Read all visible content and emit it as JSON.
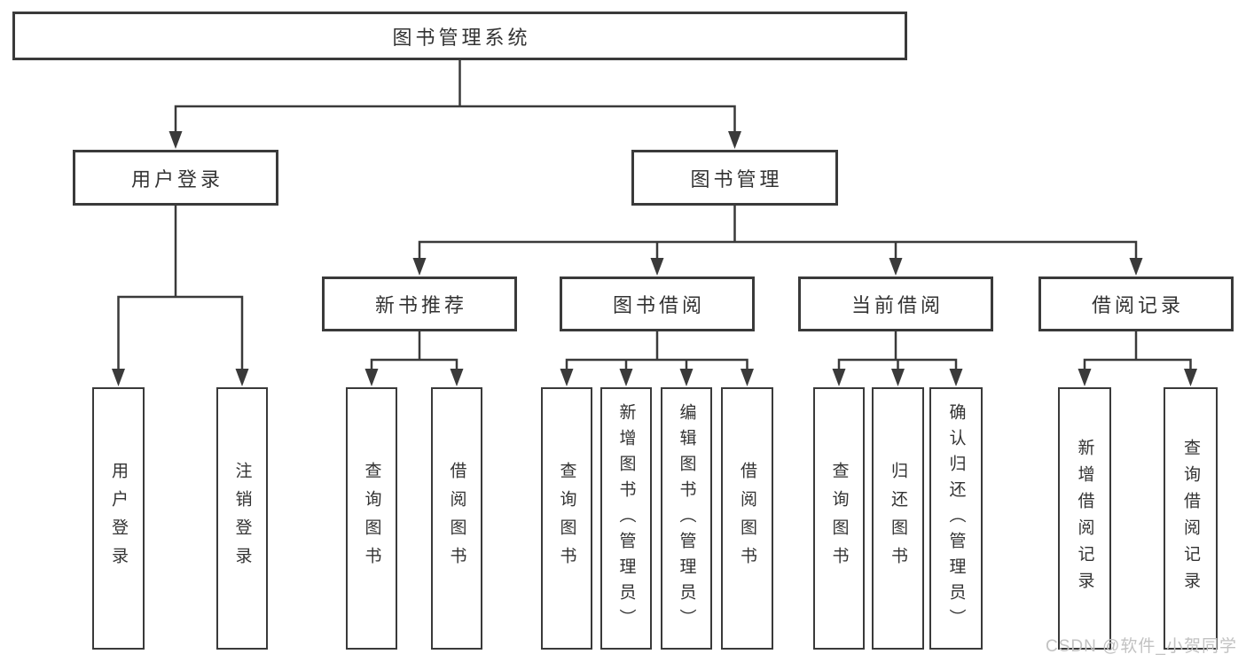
{
  "diagram": {
    "type": "hierarchy-tree",
    "root": {
      "label": "图书管理系统",
      "children": [
        {
          "label": "用户登录",
          "children": [
            {
              "label": "用户登录"
            },
            {
              "label": "注销登录"
            }
          ]
        },
        {
          "label": "图书管理",
          "children": [
            {
              "label": "新书推荐",
              "children": [
                {
                  "label": "查询图书"
                },
                {
                  "label": "借阅图书"
                }
              ]
            },
            {
              "label": "图书借阅",
              "children": [
                {
                  "label": "查询图书"
                },
                {
                  "label": "新增图书（管理员）"
                },
                {
                  "label": "编辑图书（管理员）"
                },
                {
                  "label": "借阅图书"
                }
              ]
            },
            {
              "label": "当前借阅",
              "children": [
                {
                  "label": "查询图书"
                },
                {
                  "label": "归还图书"
                },
                {
                  "label": "确认归还（管理员）"
                }
              ]
            },
            {
              "label": "借阅记录",
              "children": [
                {
                  "label": "新增借阅记录"
                },
                {
                  "label": "查询借阅记录"
                }
              ]
            }
          ]
        }
      ]
    }
  },
  "watermark": {
    "text": "CSDN @软件_小贺同学"
  },
  "colors": {
    "line": "#3a3a3a",
    "box_border": "#3a3a3a",
    "text": "#333333",
    "watermark": "#c2c2c2",
    "background": "#ffffff"
  }
}
